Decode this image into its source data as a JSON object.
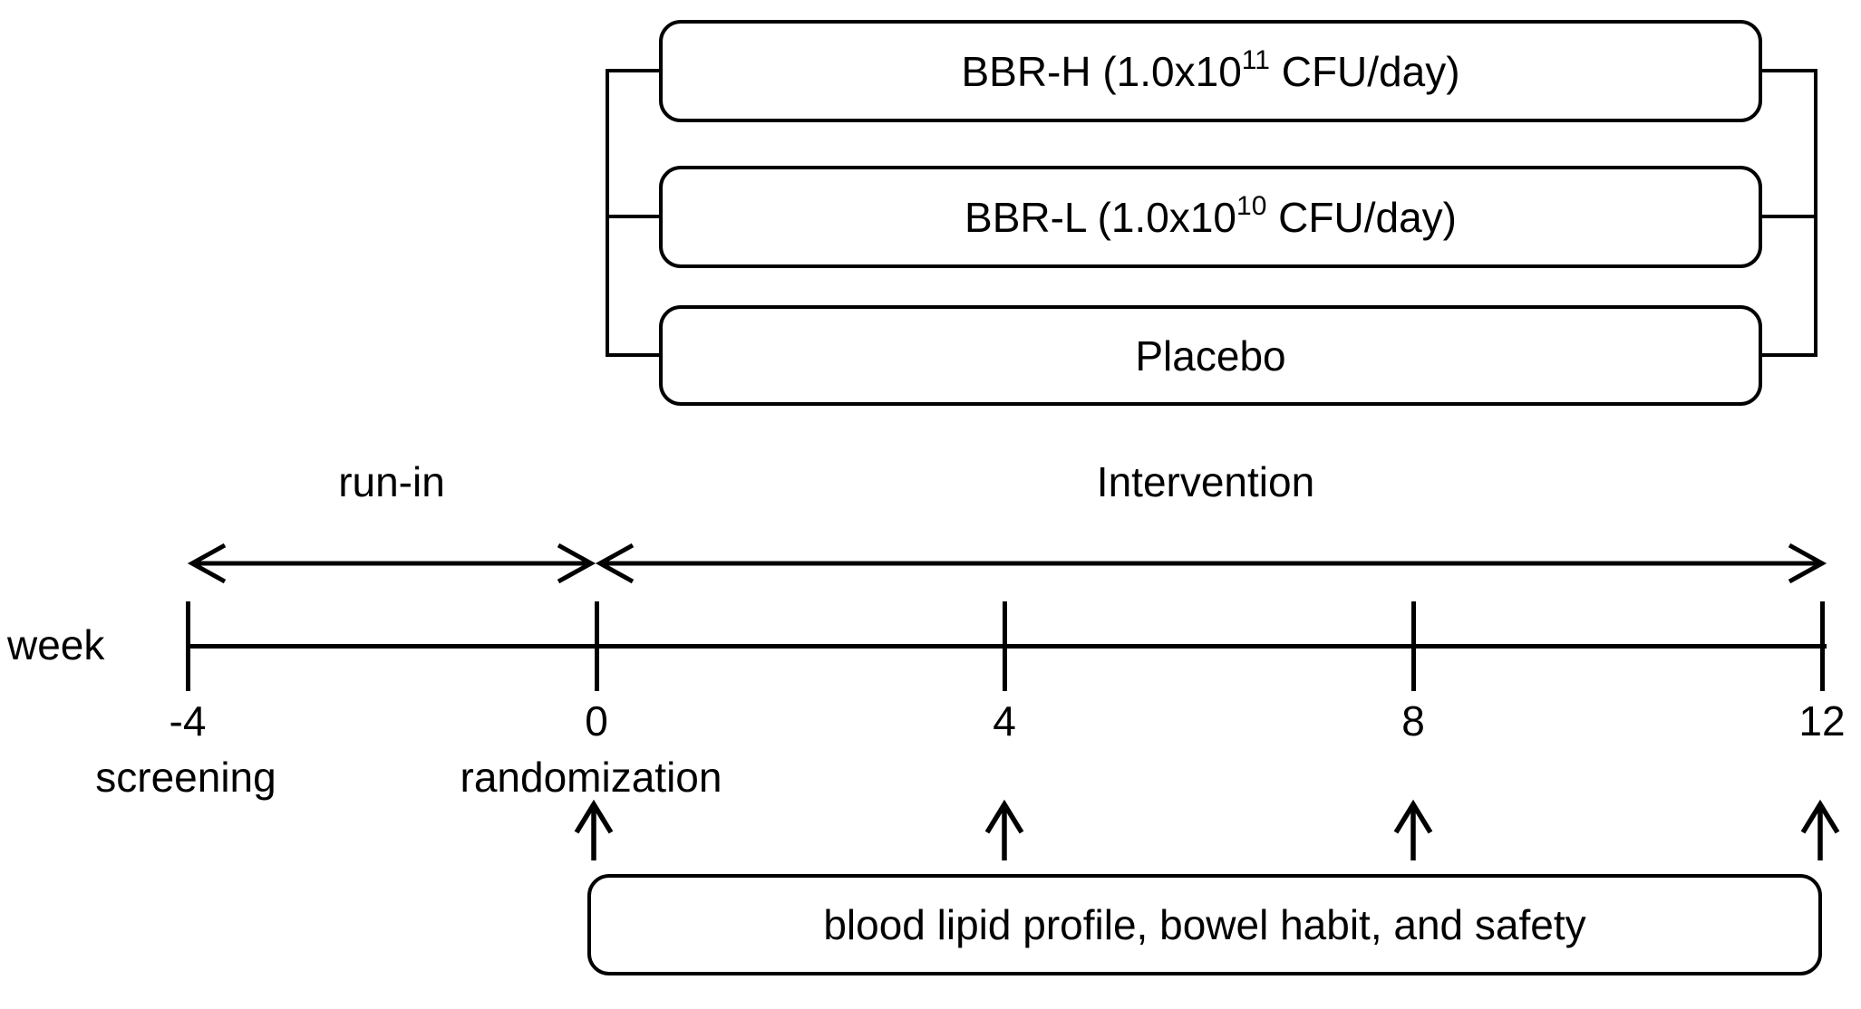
{
  "figure": {
    "background": "#ffffff",
    "ink": "#000000"
  },
  "arm_boxes": [
    {
      "pre": "BBR-H (1.0x10",
      "sup": "11",
      "post": " CFU/day)"
    },
    {
      "pre": "BBR-L (1.0x10",
      "sup": "10",
      "post": " CFU/day)"
    },
    {
      "pre": "Placebo",
      "sup": "",
      "post": ""
    }
  ],
  "phases": {
    "run_in": "run-in",
    "intervention": "Intervention"
  },
  "axis": {
    "label": "week",
    "ticks": [
      "-4",
      "0",
      "4",
      "8",
      "12"
    ]
  },
  "events": {
    "screening": "screening",
    "randomization": "randomization"
  },
  "assessment": {
    "label": "blood lipid profile, bowel habit, and safety"
  }
}
